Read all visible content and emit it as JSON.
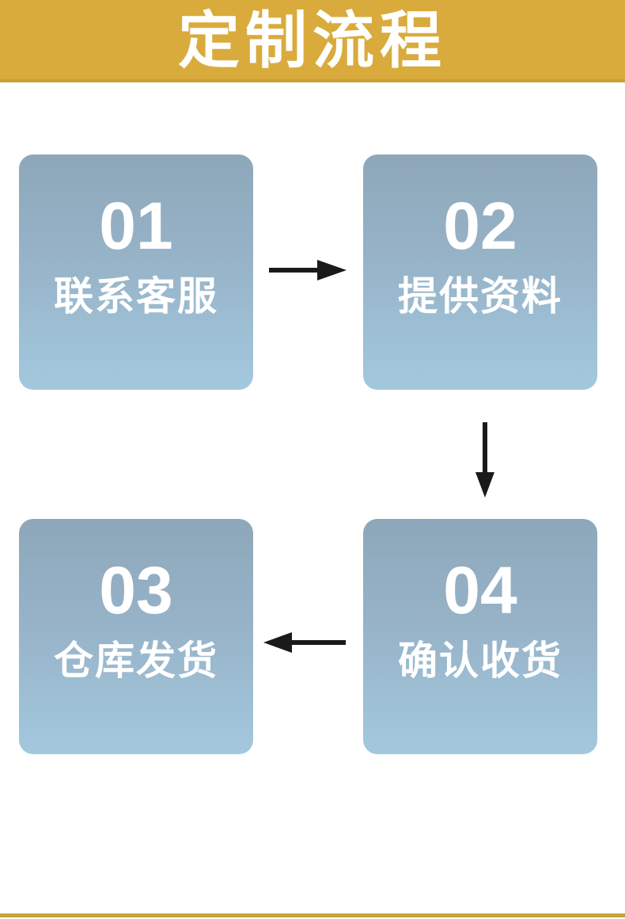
{
  "header": {
    "title": "定制流程"
  },
  "steps": [
    {
      "number": "01",
      "label": "联系客服"
    },
    {
      "number": "02",
      "label": "提供资料"
    },
    {
      "number": "03",
      "label": "仓库发货"
    },
    {
      "number": "04",
      "label": "确认收货"
    }
  ],
  "arrows": [
    {
      "direction": "right",
      "from": "01",
      "to": "02"
    },
    {
      "direction": "down",
      "from": "02",
      "to": "04"
    },
    {
      "direction": "left",
      "from": "04",
      "to": "03"
    }
  ],
  "colors": {
    "banner_gold": "#d9ab3c",
    "banner_border_gold": "#c9a135",
    "footer_line_gold": "#c7a53d",
    "card_gradient_top": "#8ea7ba",
    "card_gradient_bottom": "#a3c8de",
    "card_text": "#ffffff",
    "arrow_black": "#1a1a1a",
    "background": "#ffffff"
  }
}
